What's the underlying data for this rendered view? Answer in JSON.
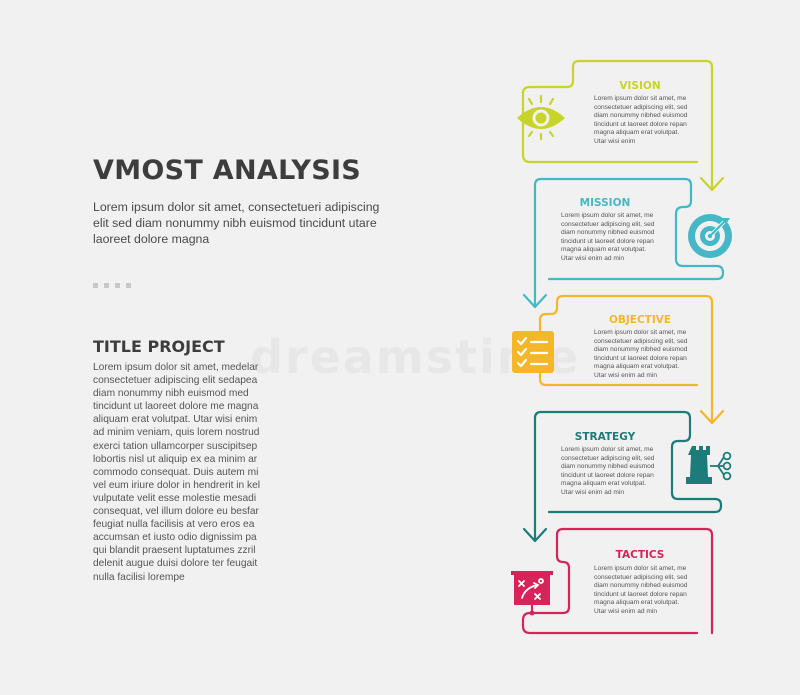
{
  "header": {
    "title": "VMOST ANALYSIS",
    "subtitle": "Lorem ipsum dolor sit amet, consectetueri adipiscing elit sed diam nonummy nibh euismod tincidunt utare laoreet dolore magna"
  },
  "project": {
    "title": "TITLE PROJECT",
    "body": "Lorem ipsum dolor sit amet, medelar consectetuer adipiscing elit sedapea diam nonummy nibh euismod med tincidunt ut laoreet dolore me magna aliquam erat volutpat. Utar wisi enim ad minim veniam, quis lorem nostrud exerci tation ullamcorper suscipitsep lobortis nisl ut aliquip ex ea minim ar commodo consequat. Duis autem mi vel eum iriure dolor in hendrerit in kel vulputate velit esse molestie mesadi consequat, vel illum dolore eu besfar feugiat nulla facilisis at vero eros ea accumsan et iusto odio dignissim pa qui blandit praesent luptatumes zzril delenit augue duisi dolore ter feugait nulla facilisi lorempe"
  },
  "steps": [
    {
      "title": "VISION",
      "color": "#c9d42a",
      "icon": "eye-icon",
      "text": "Lorem ipsum dolor sit amet, me consectetuer adipiscing elit, sed diam nonummy nibhed euismod tincidunt ut laoreet dolore repan magna aliquam erat volutpat. Utar wisi enim"
    },
    {
      "title": "MISSION",
      "color": "#45b7c7",
      "icon": "target-icon",
      "text": "Lorem ipsum dolor sit amet, me consectetuer adipiscing elit, sed diam nonummy nibhed euismod tincidunt ut laoreet dolore repan magna aliquam erat volutpat. Utar wisi enim ad min"
    },
    {
      "title": "OBJECTIVE",
      "color": "#f5b728",
      "icon": "checklist-icon",
      "text": "Lorem ipsum dolor sit amet, me consectetuer adipiscing elit, sed diam nonummy nibhed euismod tincidunt ut laoreet dolore repan magna aliquam erat volutpat. Utar wisi enim ad min"
    },
    {
      "title": "STRATEGY",
      "color": "#1b7c7a",
      "icon": "chess-rook-icon",
      "text": "Lorem ipsum dolor sit amet, me consectetuer adipiscing elit, sed diam nonummy nibhed euismod tincidunt ut laoreet dolore repan magna aliquam erat volutpat. Utar wisi enim ad min"
    },
    {
      "title": "TACTICS",
      "color": "#d6245b",
      "icon": "tactics-board-icon",
      "text": "Lorem ipsum dolor sit amet, me consectetuer adipiscing elit, sed diam nonummy nibhed euismod tincidunt ut laoreet dolore repan magna aliquam erat volutpat. Utar wisi enim ad min"
    }
  ]
}
